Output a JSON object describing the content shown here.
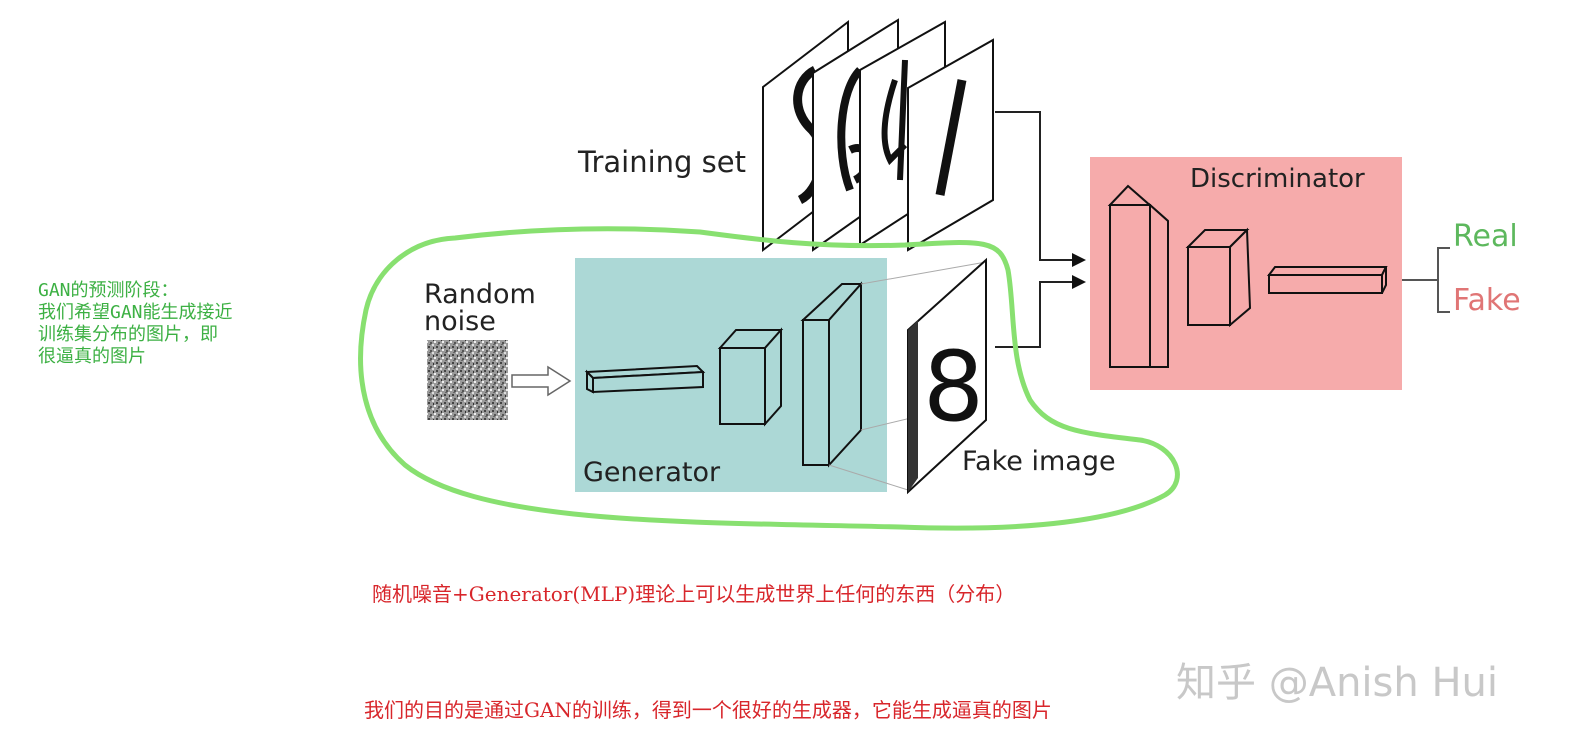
{
  "diagram": {
    "training_set_label": "Training set",
    "random_noise_label_line1": "Random",
    "random_noise_label_line2": "noise",
    "generator_label": "Generator",
    "fake_image_label": "Fake image",
    "discriminator_label": "Discriminator",
    "real_label": "Real",
    "fake_label": "Fake",
    "fake_digit": "8",
    "colors": {
      "generator_bg": "#acd8d6",
      "discriminator_bg": "#f6abab",
      "real": "#5db85d",
      "fake": "#e07575",
      "highlight": "#88e070"
    }
  },
  "annotation": {
    "line1": "GAN的预测阶段：",
    "line2": "我们希望GAN能生成接近",
    "line3": "训练集分布的图片，即",
    "line4": "很逼真的图片"
  },
  "captions": {
    "line1": "随机噪音+Generator(MLP)理论上可以生成世界上任何的东西（分布）",
    "line2": "我们的目的是通过GAN的训练，得到一个很好的生成器，它能生成逼真的图片"
  },
  "watermark": "知乎 @Anish Hui"
}
